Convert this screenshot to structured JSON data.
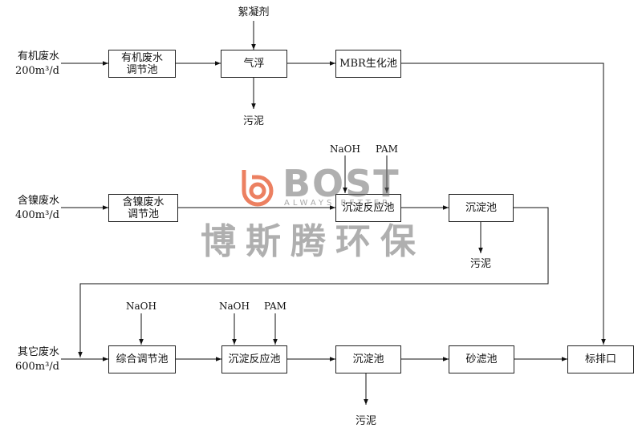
{
  "inputs": {
    "organic": {
      "name": "有机废水",
      "flow": "200m³/d"
    },
    "nickel": {
      "name": "含镍废水",
      "flow": "400m³/d"
    },
    "other": {
      "name": "其它废水",
      "flow": "600m³/d"
    }
  },
  "nodes": {
    "organic_tank": [
      "有机废水",
      "调节池"
    ],
    "flotation": "气浮",
    "mbr": "MBR生化池",
    "nickel_tank": [
      "含镍废水",
      "调节池"
    ],
    "nickel_reaction": "沉淀反应池",
    "nickel_settling": "沉淀池",
    "combined_tank": "综合调节池",
    "reaction": "沉淀反应池",
    "settling": "沉淀池",
    "sand_filter": "砂滤池",
    "outlet": "标排口"
  },
  "reagents": {
    "flocculant": "絮凝剂",
    "naoh_1": "NaOH",
    "pam_1": "PAM",
    "naoh_2": "NaOH",
    "naoh_3": "NaOH",
    "pam_2": "PAM"
  },
  "outputs": {
    "sludge_1": "污泥",
    "sludge_2": "污泥",
    "sludge_3": "污泥"
  },
  "watermark": {
    "brand": "BOST",
    "tagline": "ALWAYS BETTER",
    "name_cn": "博斯腾环保",
    "logo_color": "#e8613a"
  }
}
